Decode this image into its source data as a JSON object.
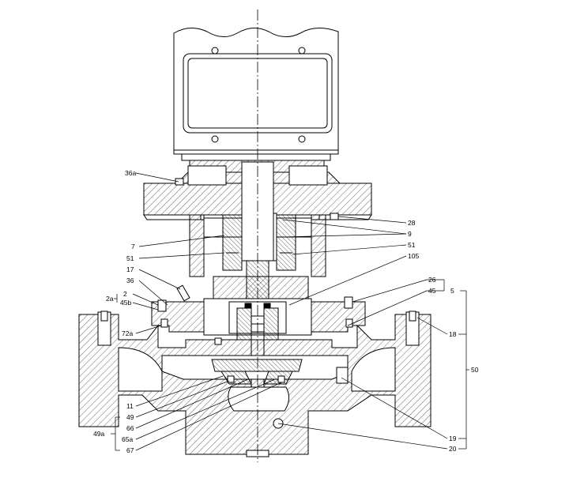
{
  "labels": {
    "l36a": "36a",
    "l28": "28",
    "l9": "9",
    "l7": "7",
    "l51a": "51",
    "l51b": "51",
    "l105": "105",
    "l17": "17",
    "l36": "36",
    "l2a": "2a",
    "l2": "2",
    "l45b": "45b",
    "l72a": "72a",
    "l26": "26",
    "l45": "45",
    "l5": "5",
    "l18": "18",
    "l50": "50",
    "l11": "11",
    "l49": "49",
    "l49a": "49a",
    "l66": "66",
    "l65a": "65a",
    "l67": "67",
    "l19": "19",
    "l20": "20"
  }
}
